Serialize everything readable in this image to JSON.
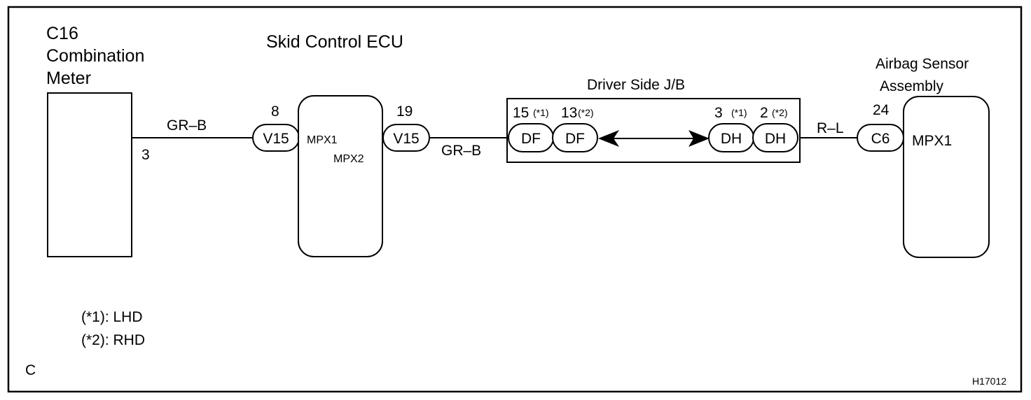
{
  "components": {
    "combination_meter": {
      "line1": "C16",
      "line2": "Combination",
      "line3": "Meter"
    },
    "skid_ecu": {
      "title": "Skid Control ECU",
      "pin1": "MPX1",
      "pin2": "MPX2"
    },
    "junction_box": {
      "title": "Driver Side J/B"
    },
    "airbag": {
      "line1": "Airbag Sensor",
      "line2": "Assembly",
      "pin": "MPX1"
    }
  },
  "connectors": {
    "v15_left": {
      "label": "V15",
      "pin": "8"
    },
    "v15_right": {
      "label": "V15",
      "pin": "19"
    },
    "df1": {
      "label": "DF",
      "pin": "15",
      "note": "(*1)"
    },
    "df2": {
      "label": "DF",
      "pin": "13",
      "note": "(*2)"
    },
    "dh1": {
      "label": "DH",
      "pin": "3",
      "note": "(*1)"
    },
    "dh2": {
      "label": "DH",
      "pin": "2",
      "note": "(*2)"
    },
    "c6": {
      "label": "C6",
      "pin": "24"
    }
  },
  "wires": {
    "meter_pin": "3",
    "wire1": "GR–B",
    "wire2": "GR–B",
    "wire3": "R–L"
  },
  "legend": {
    "item1": "(*1): LHD",
    "item2": "(*2): RHD"
  },
  "corner_label": "C",
  "figure_id": "H17012"
}
